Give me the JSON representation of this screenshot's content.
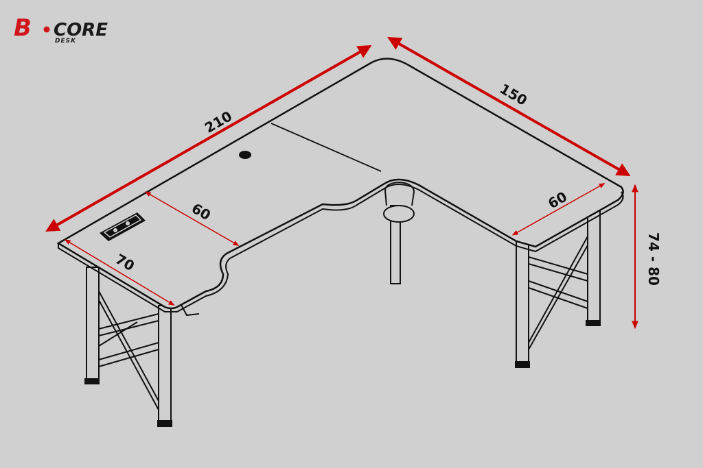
{
  "logo": {
    "letter": "B",
    "word": "CORE",
    "subword": "DESK",
    "accent_color": "#d0161b",
    "dark_color": "#1a1a1a"
  },
  "dimensions": {
    "length_back": "210",
    "length_side": "150",
    "depth_left": "70",
    "depth_middle": "60",
    "depth_right": "60",
    "height": "74 - 80"
  },
  "colors": {
    "background": "#d0d0d0",
    "arrow": "#cc0000",
    "desk_outline": "#111111",
    "desk_fill": "#d0d0d0"
  }
}
